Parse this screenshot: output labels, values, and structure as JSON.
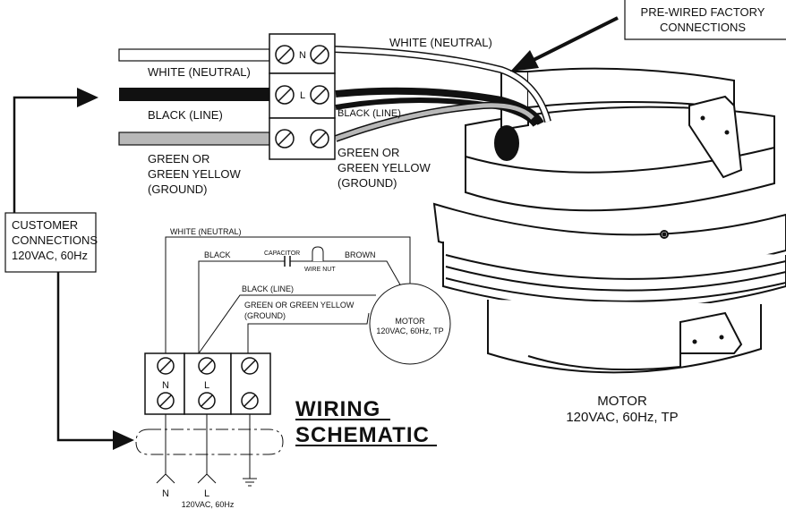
{
  "labels": {
    "prewired": [
      "PRE-WIRED FACTORY",
      "CONNECTIONS"
    ],
    "customer": [
      "CUSTOMER",
      "CONNECTIONS",
      "120VAC, 60Hz"
    ],
    "white_left": "WHITE (NEUTRAL)",
    "white_right": "WHITE (NEUTRAL)",
    "black_left": "BLACK (LINE)",
    "black_right": "BLACK (LINE)",
    "ground_left": [
      "GREEN OR",
      "GREEN YELLOW",
      "(GROUND)"
    ],
    "ground_right": [
      "GREEN OR",
      "GREEN YELLOW",
      "(GROUND)"
    ],
    "terminal_marks": [
      "N",
      "L"
    ],
    "motor_big": [
      "MOTOR",
      "120VAC, 60Hz, TP"
    ]
  },
  "schematic": {
    "white_neutral": "WHITE (NEUTRAL)",
    "black": "BLACK",
    "capacitor": "CAPACITOR",
    "wire_nut": "WIRE NUT",
    "brown": "BROWN",
    "black_line": "BLACK (LINE)",
    "green": [
      "GREEN OR GREEN YELLOW",
      "(GROUND)"
    ],
    "motor": [
      "MOTOR",
      "120VAC, 60Hz, TP"
    ],
    "terminal_n": "N",
    "terminal_l": "L",
    "supply_n": "N",
    "supply_l": "L",
    "supply": "120VAC, 60Hz"
  },
  "title": [
    "WIRING",
    "SCHEMATIC"
  ]
}
